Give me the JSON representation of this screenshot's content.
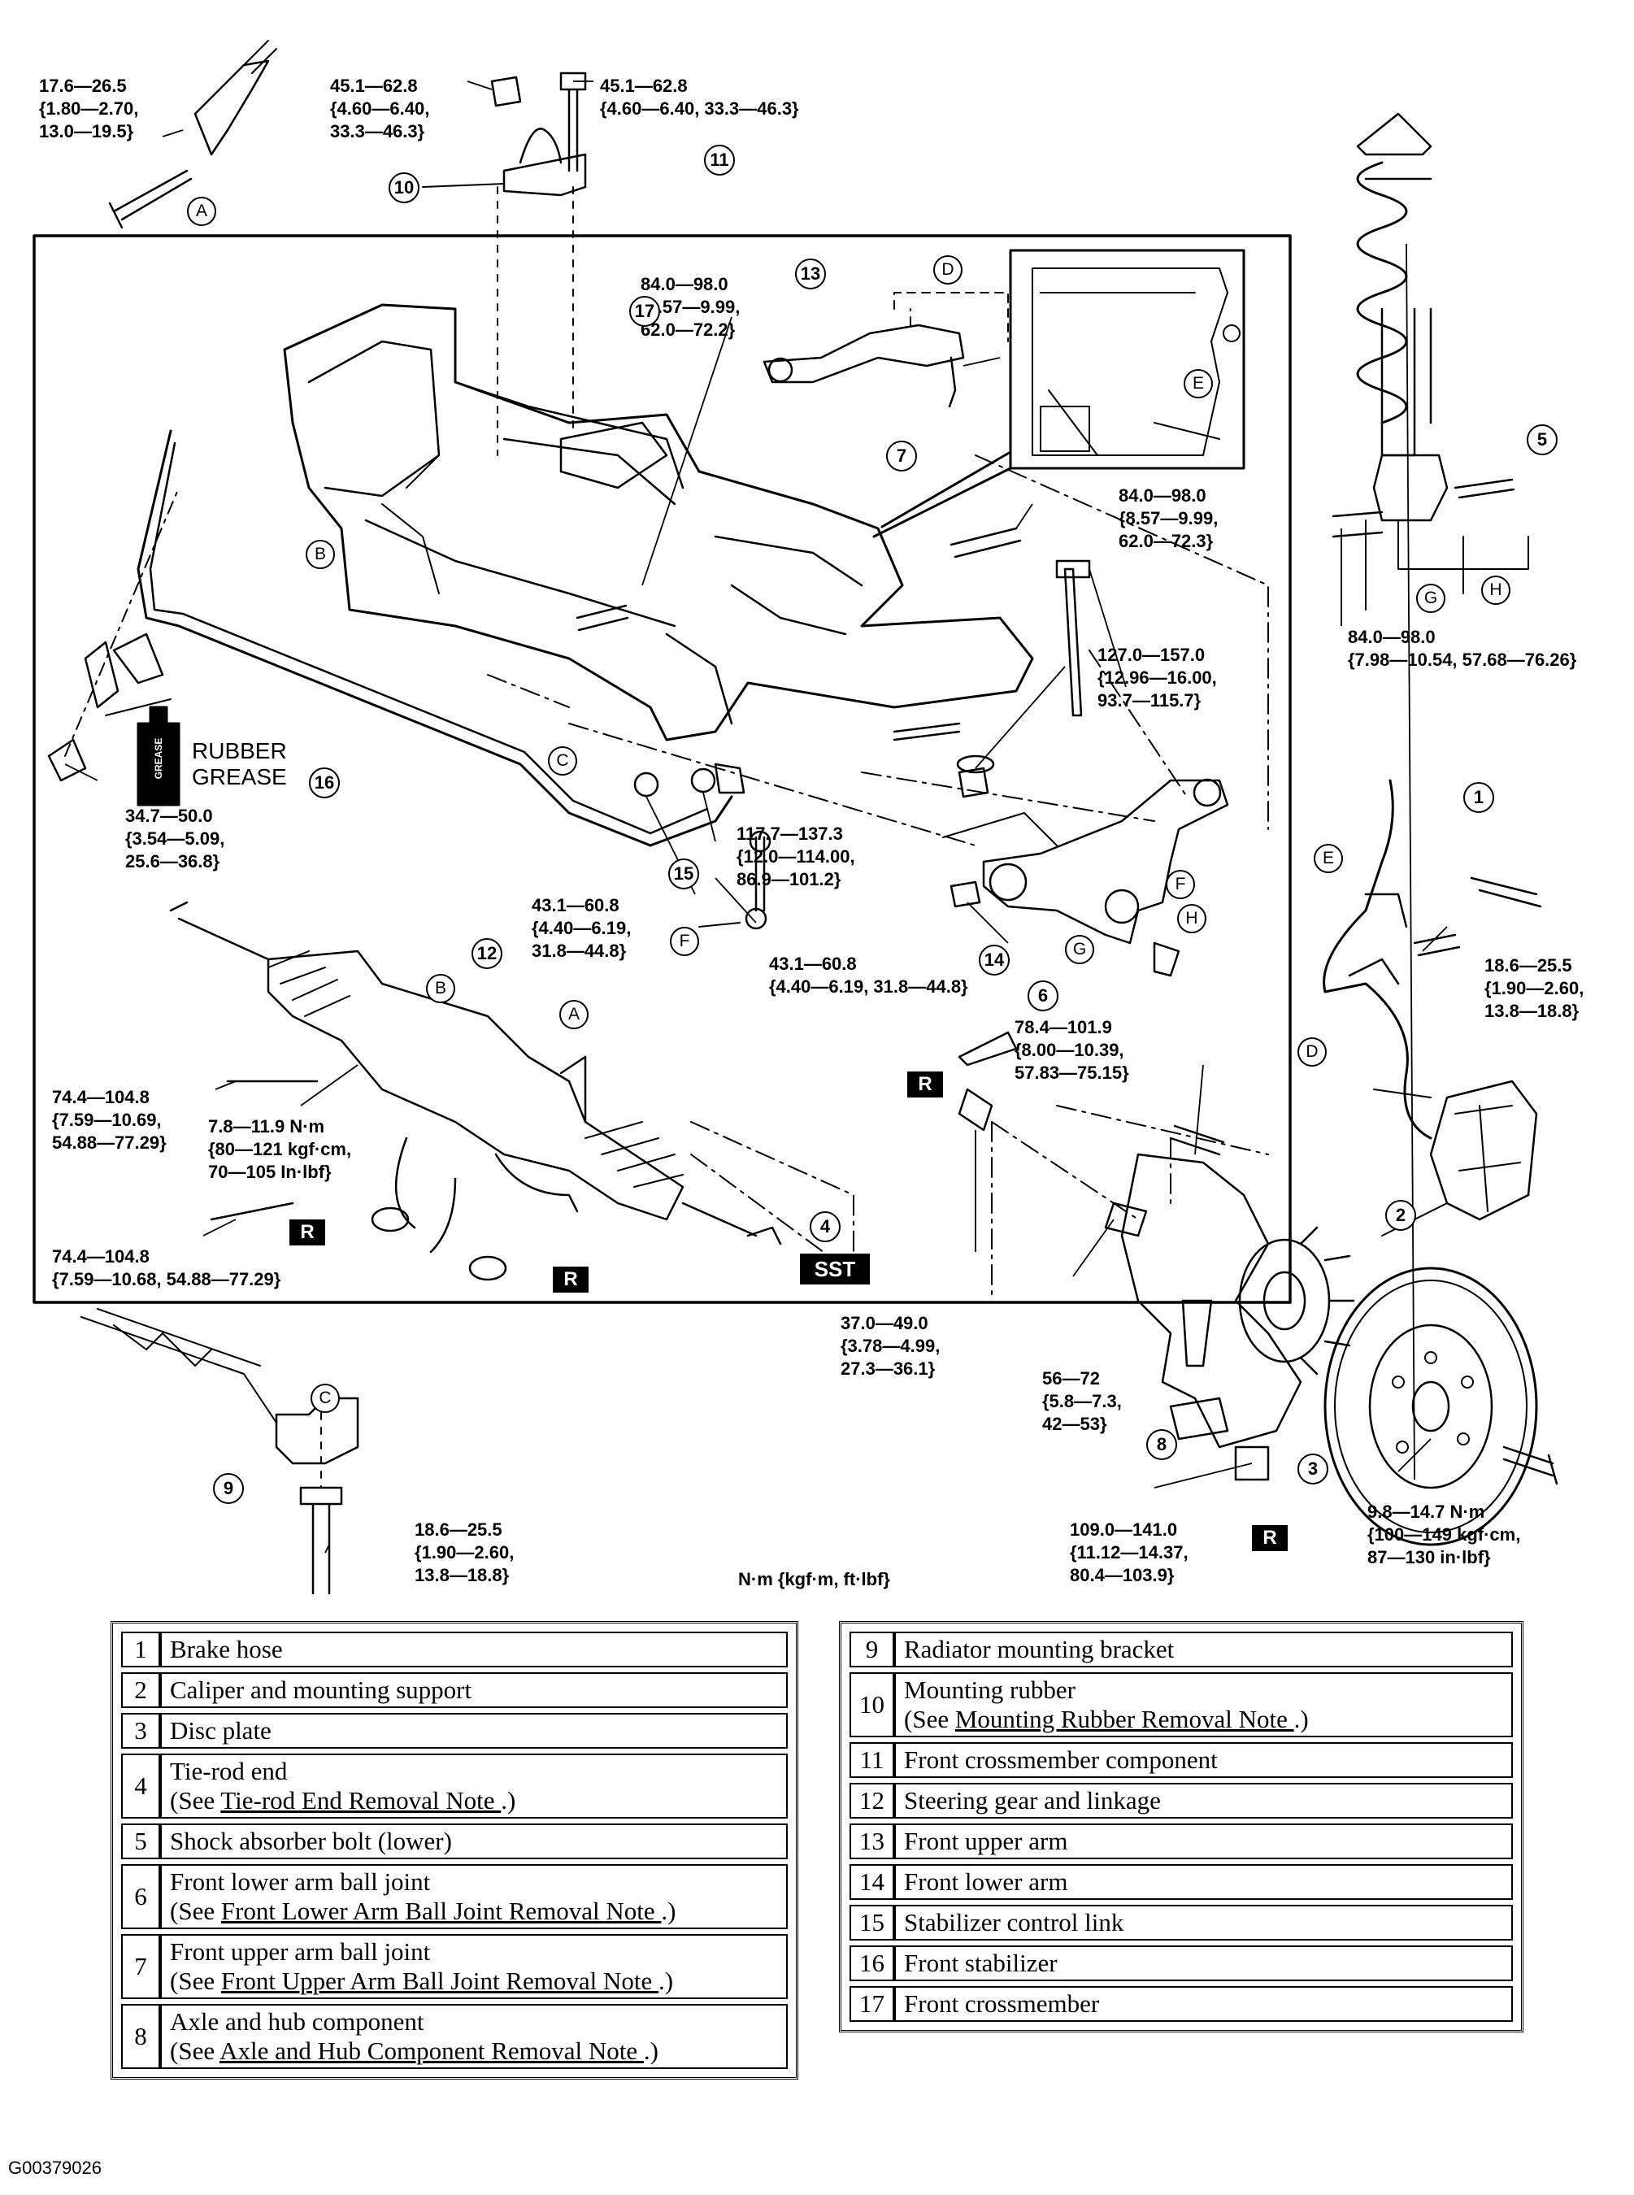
{
  "torque_specs": {
    "t_col": "17.6—26.5\n{1.80—2.70,\n13.0—19.5}",
    "t_mount_nut": "45.1—62.8\n{4.60—6.40,\n33.3—46.3}",
    "t_mount_bolt": "45.1—62.8\n{4.60—6.40, 33.3—46.3}",
    "t_upper_arm_bushing": "84.0—98.0\n{8.57—9.99,\n62.0—72.2}",
    "t_upper_arm_bolt": "84.0—98.0\n{8.57—9.99,\n62.0—72.3}",
    "t_shock_lower": "84.0—98.0\n{7.98—10.54, 57.68—76.26}",
    "t_lower_arm_rear": "127.0—157.0\n{12.96—16.00,\n93.7—115.7}",
    "t_stab_bracket": "34.7—50.0\n{3.54—5.09,\n25.6—36.8}",
    "t_lower_arm_front": "117.7—137.3\n{12.0—114.00,\n86.9—101.2}",
    "t_stab_link": "43.1—60.8\n{4.40—6.19,\n31.8—44.8}",
    "t_lower_arm_nut": "43.1—60.8\n{4.40—6.19, 31.8—44.8}",
    "t_abs_bolt": "18.6—25.5\n{1.90—2.60,\n13.8—18.8}",
    "t_knuckle_nut": "78.4—101.9\n{8.00—10.39,\n57.83—75.15}",
    "t_gear_bolt": "74.4—104.8\n{7.59—10.69,\n54.88—77.29}",
    "t_gear_small": "7.8—11.9 N·m\n{80—121 kgf·cm,\n70—105 In·lbf}",
    "t_gear_bolt2": "74.4—104.8\n{7.59—10.68, 54.88—77.29}",
    "t_tierod_nut": "37.0—49.0\n{3.78—4.99,\n27.3—36.1}",
    "t_caliper_bolt": "56—72\n{5.8—7.3,\n42—53}",
    "t_radiator_bolt": "18.6—25.5\n{1.90—2.60,\n13.8—18.8}",
    "t_hub_nut": "109.0—141.0\n{11.12—14.37,\n80.4—103.9}",
    "t_disc_screw": "9.8—14.7 N·m\n{100—149 kgf·cm,\n87—130 in·lbf}"
  },
  "callouts": [
    "1",
    "2",
    "3",
    "4",
    "5",
    "6",
    "7",
    "8",
    "9",
    "10",
    "11",
    "12",
    "13",
    "14",
    "15",
    "16",
    "17"
  ],
  "letters": {
    "a": "A",
    "b": "B",
    "c": "C",
    "d": "D",
    "e": "E",
    "f": "F",
    "g": "G",
    "h": "H"
  },
  "badges": {
    "r": "R",
    "sst": "SST"
  },
  "grease_label": "RUBBER\nGREASE",
  "grease_can_text": "GREASE",
  "units_note": "N·m {kgf·m, ft·lbf}",
  "figure_id": "G00379026",
  "legend_left": [
    {
      "num": "1",
      "name": "Brake hose"
    },
    {
      "num": "2",
      "name": "Caliper and mounting support"
    },
    {
      "num": "3",
      "name": "Disc plate"
    },
    {
      "num": "4",
      "name": "Tie-rod end",
      "note_pre": "(See ",
      "note_link": "Tie-rod End Removal Note ",
      "note_post": ".)"
    },
    {
      "num": "5",
      "name": "Shock absorber bolt (lower)"
    },
    {
      "num": "6",
      "name": "Front lower arm ball joint",
      "note_pre": "(See ",
      "note_link": "Front Lower Arm Ball Joint Removal Note ",
      "note_post": ".)"
    },
    {
      "num": "7",
      "name": "Front upper arm ball joint",
      "note_pre": "(See ",
      "note_link": "Front Upper Arm Ball Joint Removal Note ",
      "note_post": ".)"
    },
    {
      "num": "8",
      "name": "Axle and hub component",
      "note_pre": "(See ",
      "note_link": "Axle and Hub Component Removal Note ",
      "note_post": ".)"
    }
  ],
  "legend_right": [
    {
      "num": "9",
      "name": "Radiator mounting bracket"
    },
    {
      "num": "10",
      "name": "Mounting rubber",
      "note_pre": "(See ",
      "note_link": "Mounting Rubber Removal Note ",
      "note_post": ".)"
    },
    {
      "num": "11",
      "name": "Front crossmember component"
    },
    {
      "num": "12",
      "name": "Steering gear and linkage"
    },
    {
      "num": "13",
      "name": "Front upper arm"
    },
    {
      "num": "14",
      "name": "Front lower arm"
    },
    {
      "num": "15",
      "name": "Stabilizer control link"
    },
    {
      "num": "16",
      "name": "Front stabilizer"
    },
    {
      "num": "17",
      "name": "Front crossmember"
    }
  ]
}
